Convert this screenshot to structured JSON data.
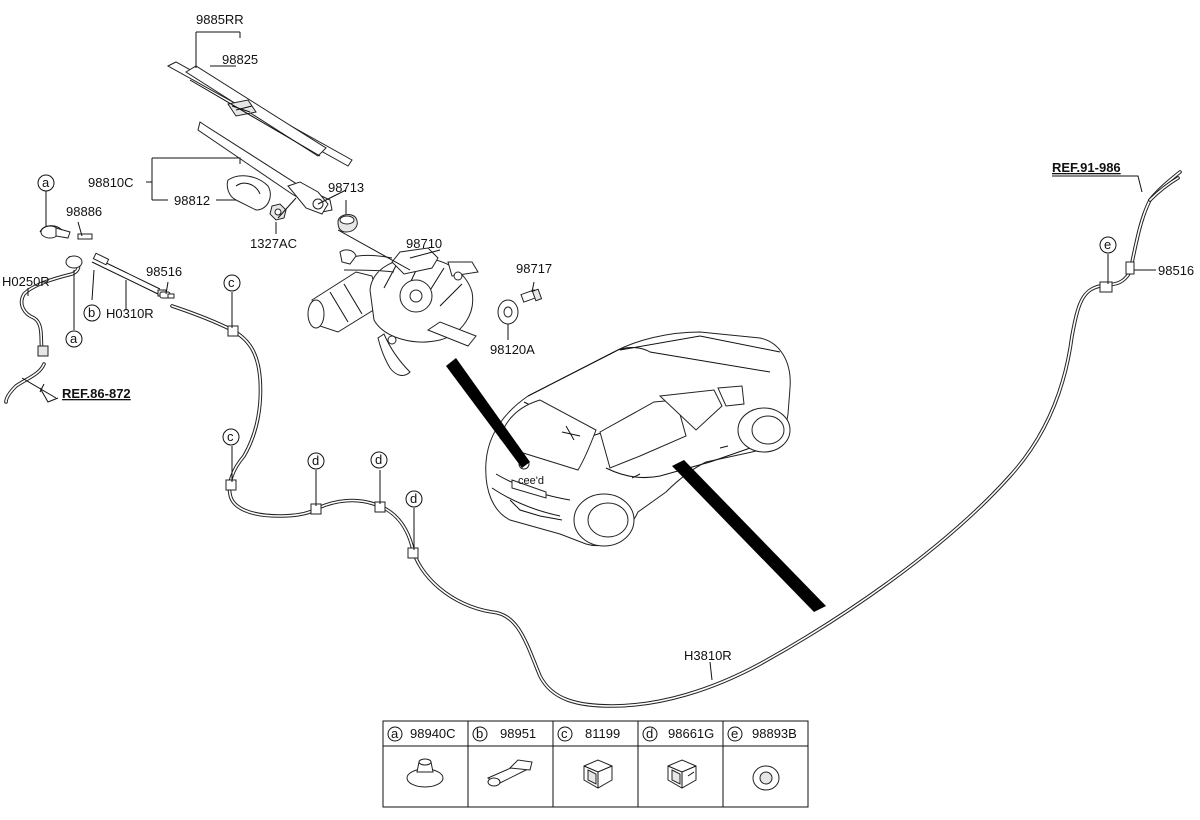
{
  "labels": {
    "p9885RR": "9885RR",
    "p98825": "98825",
    "p98810C": "98810C",
    "p98812": "98812",
    "p98713": "98713",
    "p1327AC": "1327AC",
    "p98710": "98710",
    "p98717": "98717",
    "p98120A": "98120A",
    "p98886": "98886",
    "pH0250R": "H0250R",
    "pH0310R": "H0310R",
    "p98516_left": "98516",
    "p98516_right": "98516",
    "pH3810R": "H3810R",
    "ref_left": "REF.86-872",
    "ref_right": "REF.91-986"
  },
  "callouts": {
    "a1": "a",
    "a2": "a",
    "b": "b",
    "c1": "c",
    "c2": "c",
    "d1": "d",
    "d2": "d",
    "d3": "d",
    "e": "e"
  },
  "legend": [
    {
      "letter": "a",
      "part": "98940C"
    },
    {
      "letter": "b",
      "part": "98951"
    },
    {
      "letter": "c",
      "part": "81199"
    },
    {
      "letter": "d",
      "part": "98661G"
    },
    {
      "letter": "e",
      "part": "98893B"
    }
  ],
  "vehicle": {
    "badge_text": "cee'd"
  }
}
